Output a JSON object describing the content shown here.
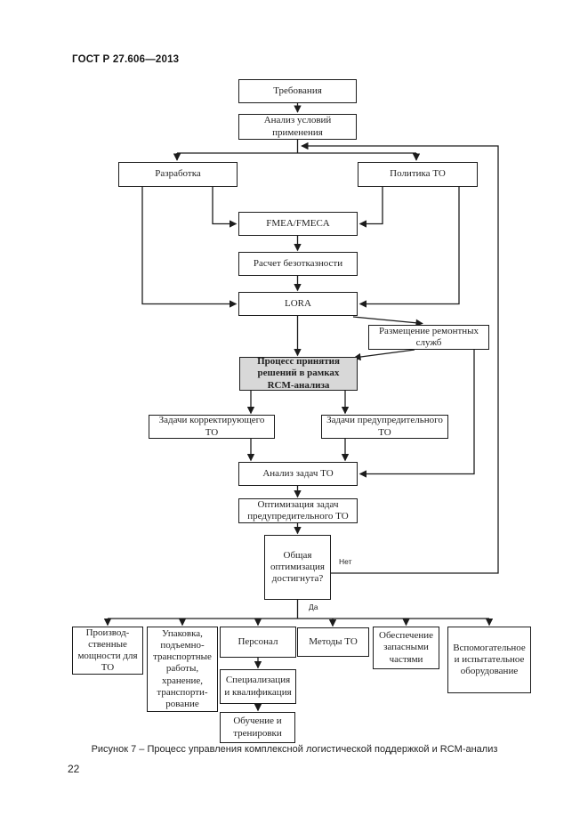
{
  "page": {
    "standard_ref": "ГОСТ Р 27.606—2013",
    "figure_caption": "Рисунок 7 – Процесс управления комплексной логистической поддержкой и RCM-анализ",
    "page_number": "22"
  },
  "flowchart": {
    "nodes": {
      "requirements": "Требования",
      "usage_analysis": "Анализ условий\nприменения",
      "development": "Разработка",
      "maintenance_policy": "Политика ТО",
      "fmea": "FMEA/FMECA",
      "reliability_calc": "Расчет безотказности",
      "lora": "LORA",
      "repair_services": "Размещение ремонтных\nслужб",
      "rcm_decision": "Процесс принятия\nрешений в рамках\nRCM-анализа",
      "corrective_tasks": "Задачи корректирующего\nТО",
      "preventive_tasks": "Задачи предупредительного\nТО",
      "task_analysis": "Анализ задач ТО",
      "task_optimization": "Оптимизация задач\nпредупредительного ТО",
      "optimization_achieved": "Общая\nоптимизация\nдостигнута?",
      "production_capacity": "Производ-\nственные\nмощности для\nТО",
      "packaging": "Упаковка,\nподъемно-\nтранспортные\nработы,\nхранение,\nтранспорти-\nрование",
      "personnel": "Персонал",
      "maintenance_methods": "Методы ТО",
      "spare_parts": "Обеспечение\nзапасными\nчастями",
      "auxiliary_equipment": "Вспомогательное\nи испытательное\nоборудование",
      "specialization": "Специализация\nи квалификация",
      "training": "Обучение и\nтренировки"
    },
    "edge_labels": {
      "no": "Нет",
      "yes": "Да"
    },
    "colors": {
      "line": "#1c1c1c",
      "shaded_box_fill": "#d8d8d8",
      "page_background": "#ffffff"
    }
  }
}
